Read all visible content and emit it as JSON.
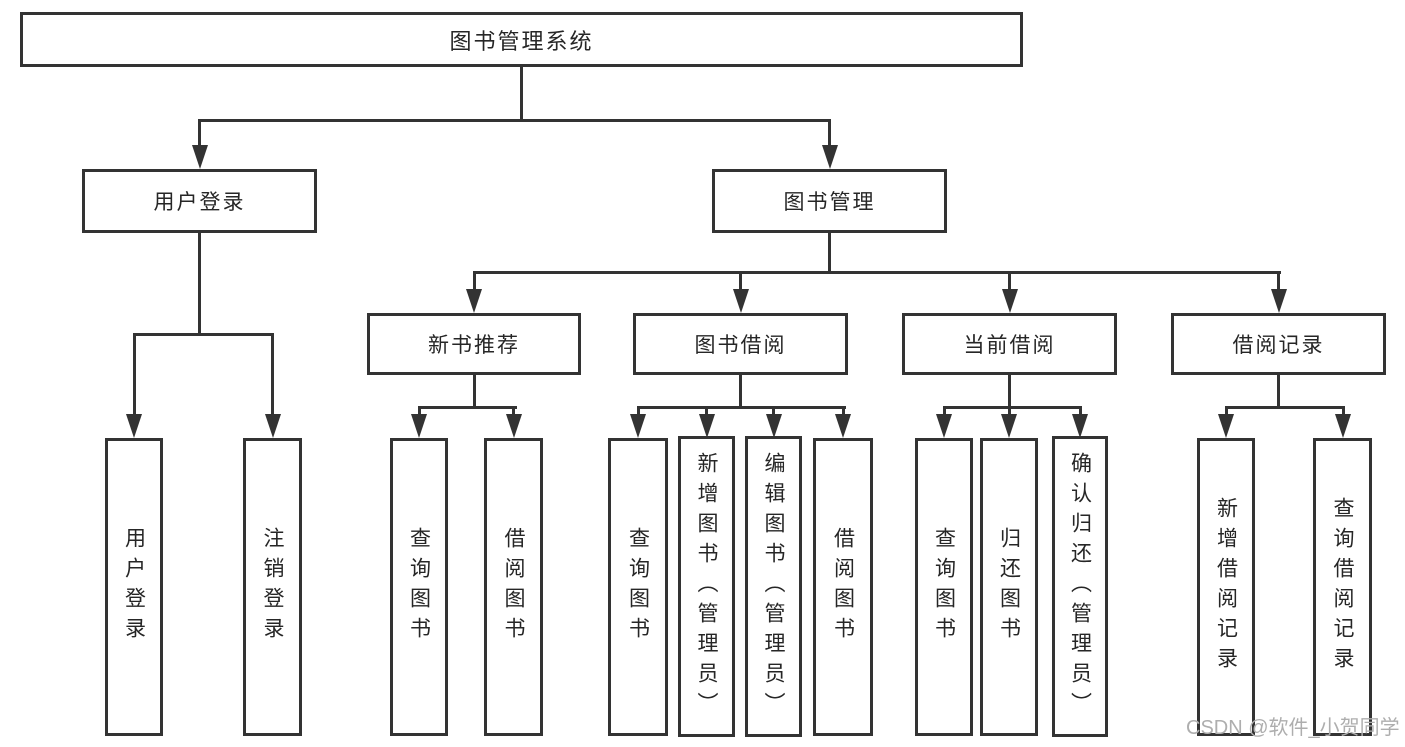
{
  "diagram": {
    "root": {
      "label": "图书管理系统"
    },
    "branches": [
      {
        "label": "用户登录",
        "children": [
          {
            "label": "用户登录"
          },
          {
            "label": "注销登录"
          }
        ]
      },
      {
        "label": "图书管理",
        "children": [
          {
            "label": "新书推荐",
            "children": [
              {
                "label": "查询图书"
              },
              {
                "label": "借阅图书"
              }
            ]
          },
          {
            "label": "图书借阅",
            "children": [
              {
                "label": "查询图书"
              },
              {
                "label": "新增图书（管理员）"
              },
              {
                "label": "编辑图书（管理员）"
              },
              {
                "label": "借阅图书"
              }
            ]
          },
          {
            "label": "当前借阅",
            "children": [
              {
                "label": "查询图书"
              },
              {
                "label": "归还图书"
              },
              {
                "label": "确认归还（管理员）"
              }
            ]
          },
          {
            "label": "借阅记录",
            "children": [
              {
                "label": "新增借阅记录"
              },
              {
                "label": "查询借阅记录"
              }
            ]
          }
        ]
      }
    ]
  },
  "watermark": {
    "text": "CSDN @软件_小贺同学"
  },
  "colors": {
    "line": "#333333",
    "text": "#262626",
    "watermark": "#aeaeae",
    "background": "#ffffff"
  }
}
